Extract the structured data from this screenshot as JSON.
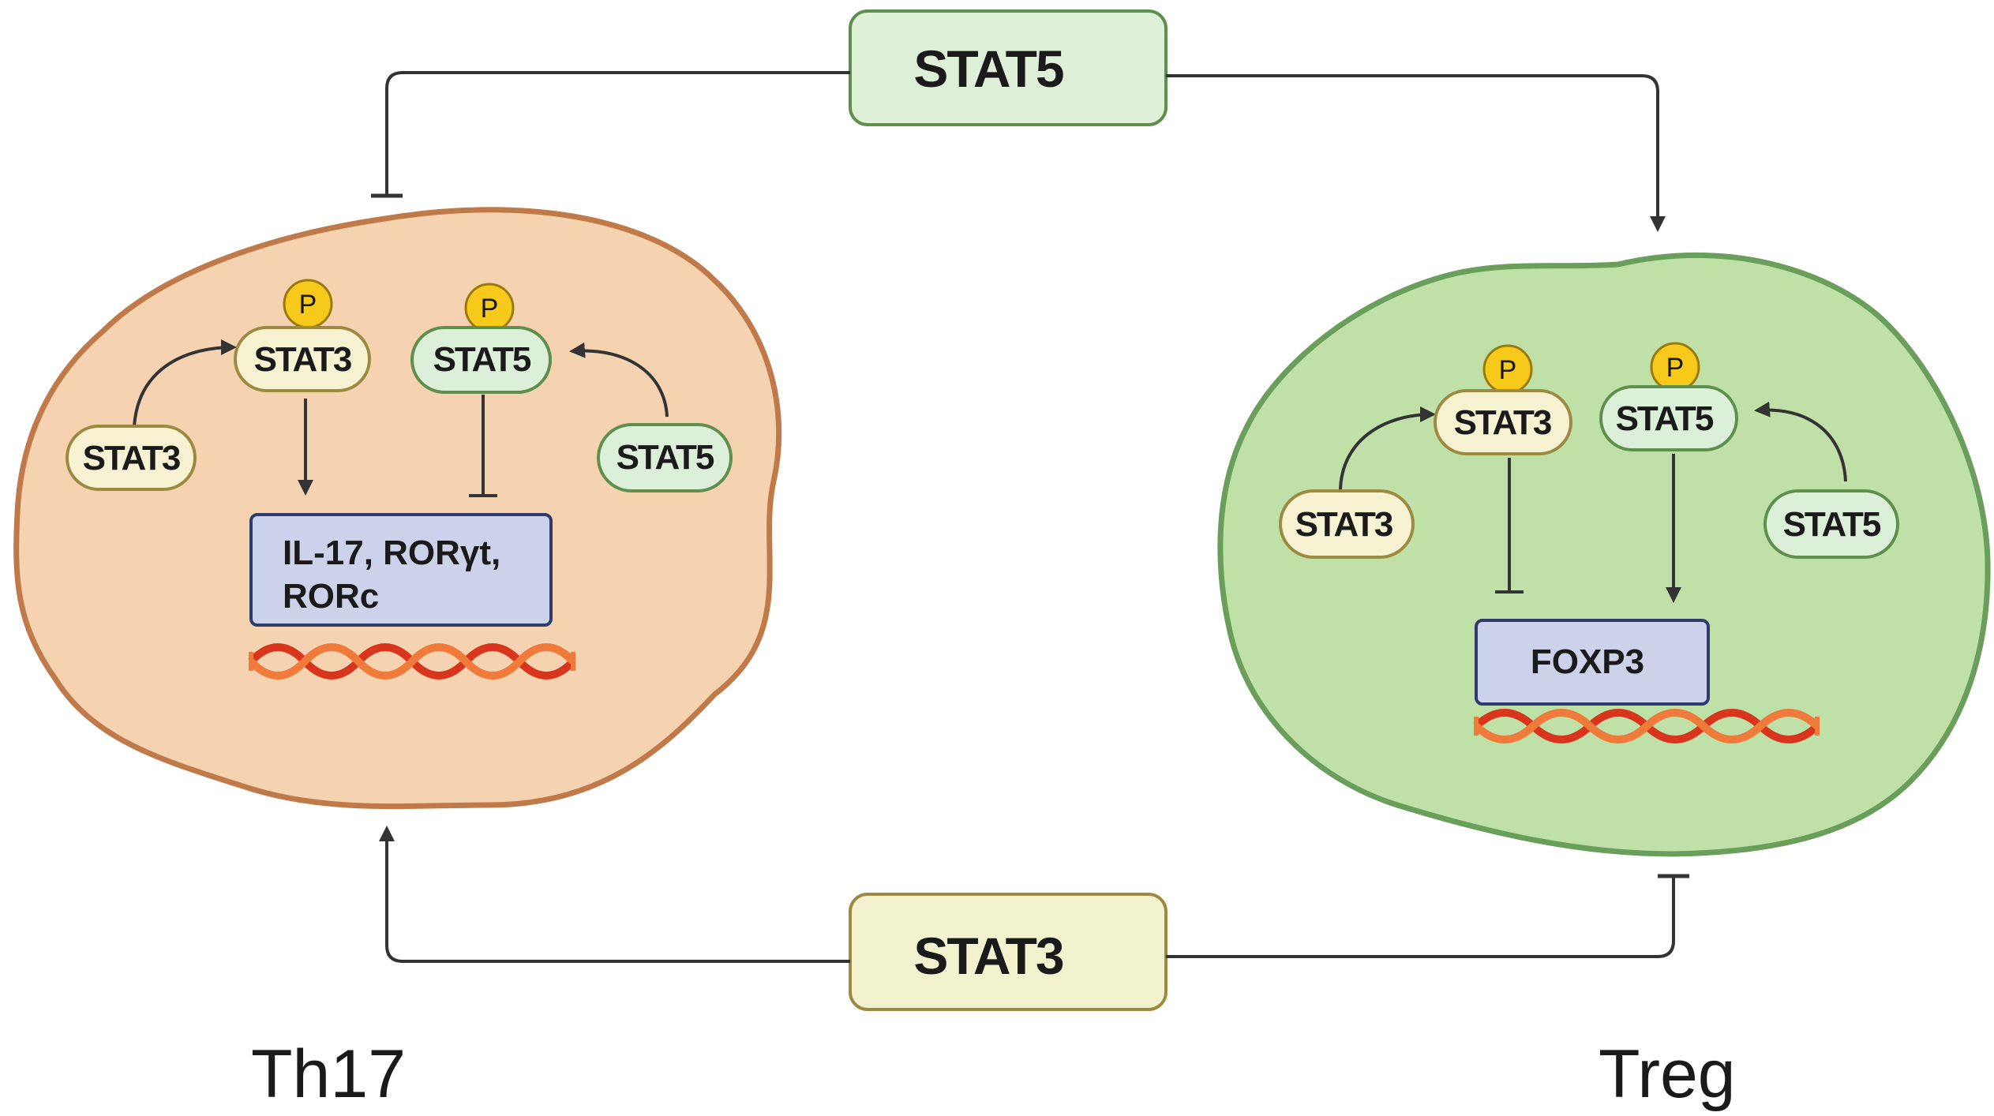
{
  "top_regulator": {
    "label": "STAT5",
    "fill": "#dff0d8",
    "stroke": "#5f8f4c"
  },
  "bottom_regulator": {
    "label": "STAT3",
    "fill": "#f3f2cf",
    "stroke": "#9c8a40"
  },
  "th17": {
    "title": "Th17",
    "cell_fill": "#f6d3b0",
    "cell_stroke": "#c07a4a",
    "phospho_label": "P",
    "p_stat3_label": "STAT3",
    "p_stat5_label": "STAT5",
    "stat3_label": "STAT3",
    "stat5_label": "STAT5",
    "target_genes_line1": "IL-17, RORγt,",
    "target_genes_line2": "RORc"
  },
  "treg": {
    "title": "Treg",
    "cell_fill": "#bfe0a7",
    "cell_stroke": "#6a9e5b",
    "phospho_label": "P",
    "p_stat3_label": "STAT3",
    "p_stat5_label": "STAT5",
    "stat3_label": "STAT3",
    "stat5_label": "STAT5",
    "target_gene": "FOXP3"
  },
  "colors": {
    "stat3_pill": "#f7f2d2",
    "stat3_pill_stroke": "#9c8a40",
    "stat5_pill": "#dcefd8",
    "stat5_pill_stroke": "#5f8f4c",
    "phospho": "#f6c91a",
    "gene_box": "#cbd2ea",
    "gene_box_stroke": "#2f3b6b",
    "dna_a": "#d8351c",
    "dna_b": "#f07a3a"
  }
}
